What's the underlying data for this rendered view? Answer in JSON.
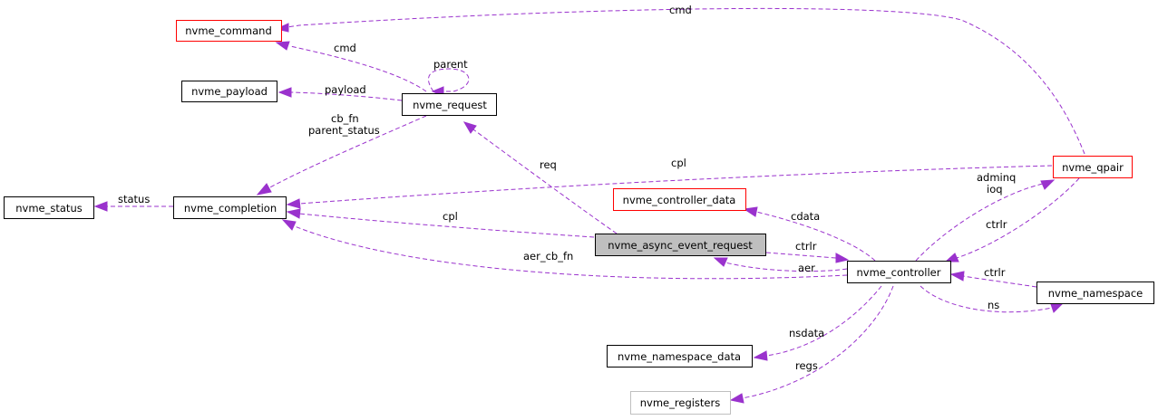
{
  "colors": {
    "edge": "#9a32cd",
    "node_border": "#000000",
    "node_border_incomplete": "#ff0000",
    "node_border_undocumented": "#bfbfbf",
    "focus_fill": "#bfbfbf"
  },
  "nodes": {
    "nvme_command": "nvme_command",
    "nvme_payload": "nvme_payload",
    "nvme_request": "nvme_request",
    "nvme_status": "nvme_status",
    "nvme_completion": "nvme_completion",
    "nvme_controller_data": "nvme_controller_data",
    "nvme_async_event_request": "nvme_async_event_request",
    "nvme_controller": "nvme_controller",
    "nvme_qpair": "nvme_qpair",
    "nvme_namespace": "nvme_namespace",
    "nvme_namespace_data": "nvme_namespace_data",
    "nvme_registers": "nvme_registers"
  },
  "edges": {
    "qpair_cmd": "cmd",
    "request_cmd": "cmd",
    "request_parent": "parent",
    "request_payload": "payload",
    "request_cb_fn": "cb_fn",
    "request_parent_status": "parent_status",
    "aer_req": "req",
    "qpair_cpl": "cpl",
    "completion_status": "status",
    "aer_cpl": "cpl",
    "controller_cdata": "cdata",
    "controller_adminq": "adminq",
    "controller_ioq": "ioq",
    "qpair_ctrlr": "ctrlr",
    "aer_ctrlr": "ctrlr",
    "controller_aer": "aer",
    "controller_aer_cb_fn": "aer_cb_fn",
    "namespace_ctrlr": "ctrlr",
    "controller_ns": "ns",
    "controller_nsdata": "nsdata",
    "controller_regs": "regs"
  }
}
